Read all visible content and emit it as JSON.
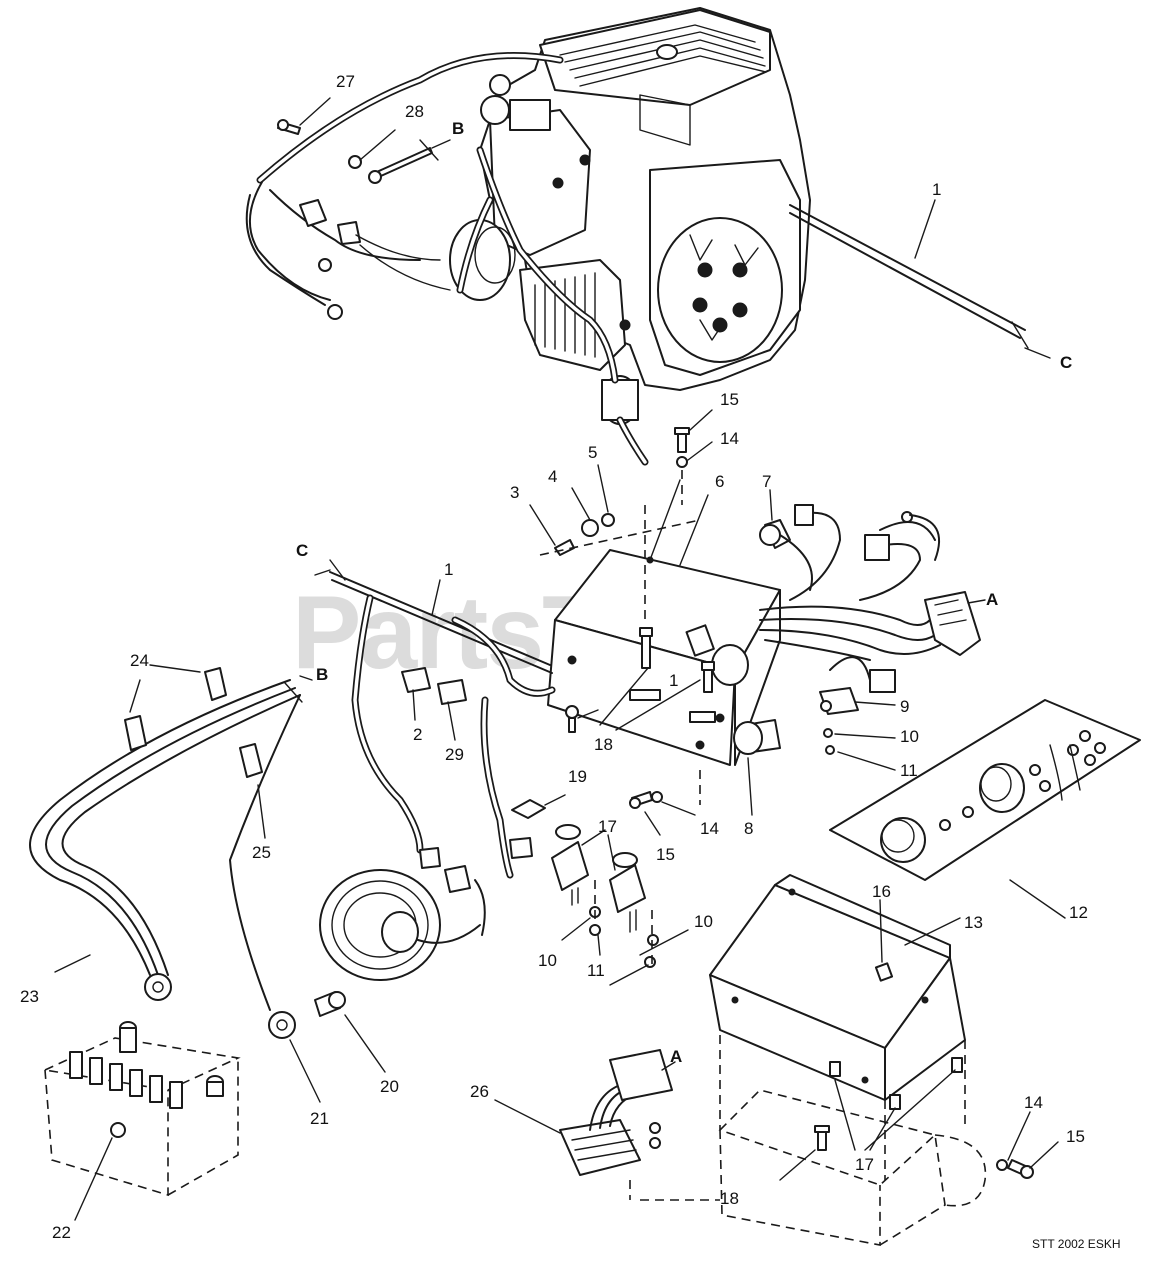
{
  "watermark": "PartsTree",
  "footer_code": "STT 2002 ESKH",
  "part_labels": {
    "p1a": "1",
    "p1b": "1",
    "p1c": "1",
    "p2": "2",
    "p3": "3",
    "p4": "4",
    "p5": "5",
    "p6": "6",
    "p7": "7",
    "p8": "8",
    "p9": "9",
    "p10a": "10",
    "p10b": "10",
    "p10c": "10",
    "p11a": "11",
    "p11b": "11",
    "p12": "12",
    "p13": "13",
    "p14a": "14",
    "p14b": "14",
    "p14c": "14",
    "p15a": "15",
    "p15b": "15",
    "p15c": "15",
    "p16": "16",
    "p17a": "17",
    "p17b": "17",
    "p18a": "18",
    "p18b": "18",
    "p19": "19",
    "p20": "20",
    "p21": "21",
    "p22": "22",
    "p23": "23",
    "p24": "24",
    "p25": "25",
    "p26": "26",
    "p27": "27",
    "p28": "28",
    "p29": "29"
  },
  "connector_labels": {
    "a_top": "A",
    "a_bottom": "A",
    "b_top": "B",
    "b_left": "B",
    "c_right": "C",
    "c_left": "C"
  }
}
